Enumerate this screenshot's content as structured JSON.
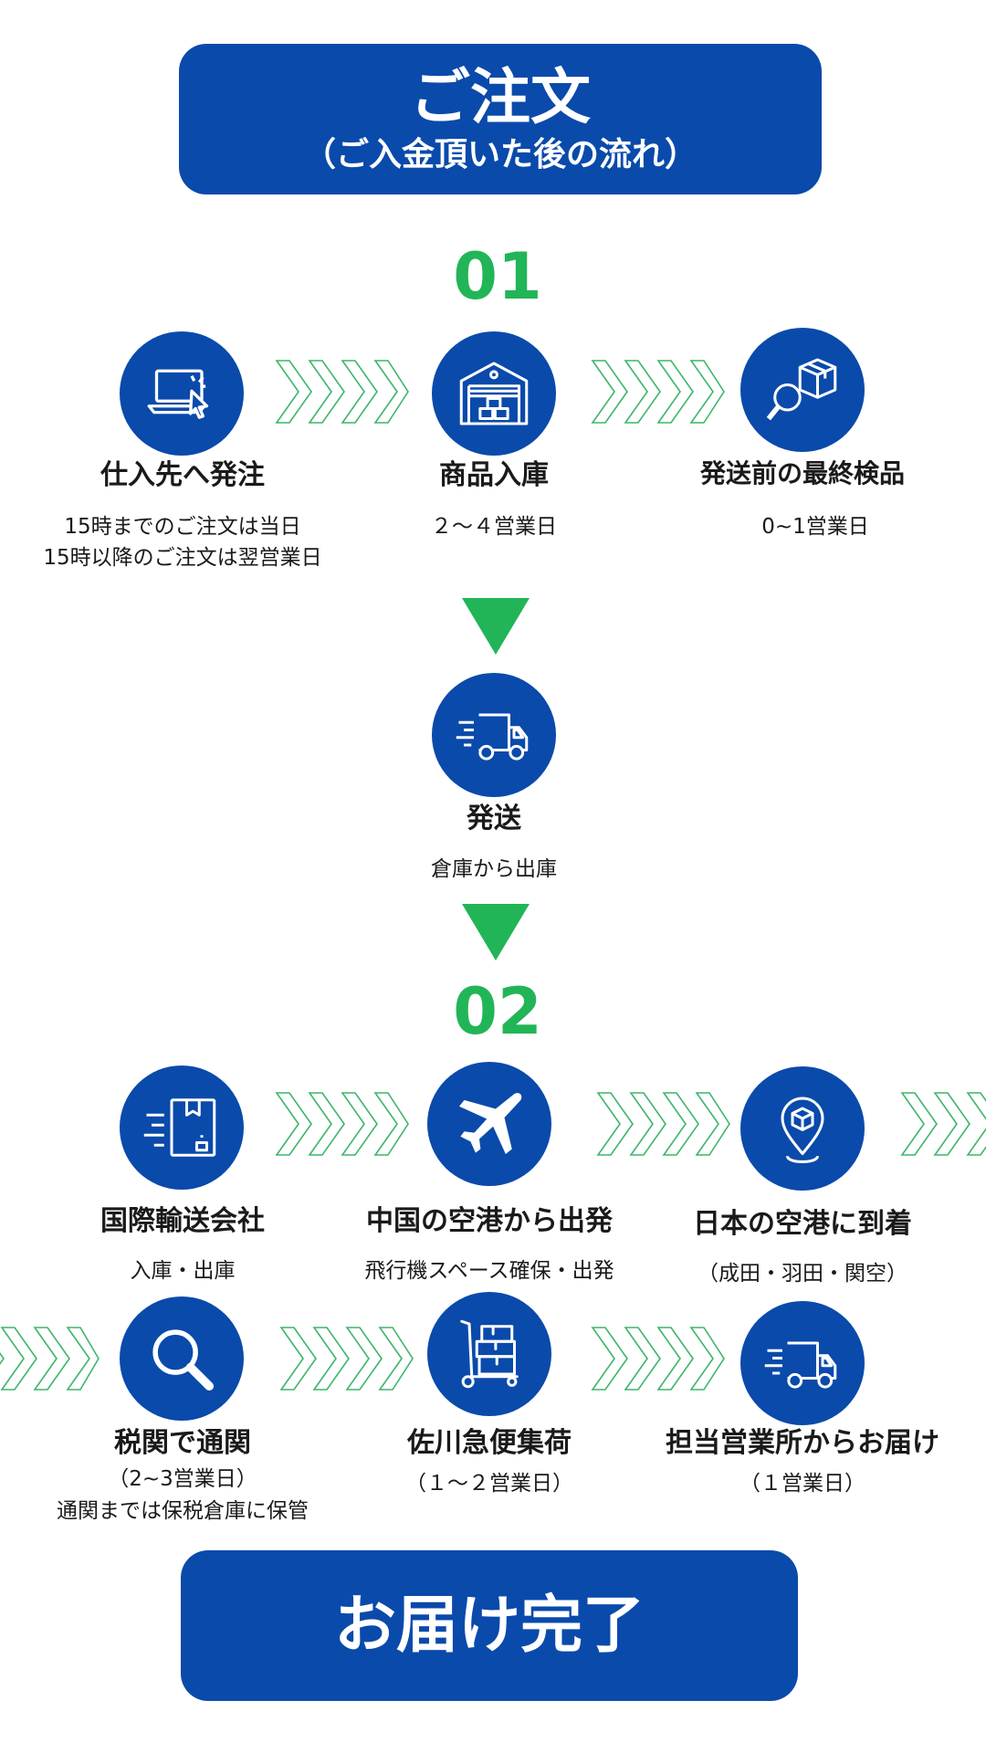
{
  "header": {
    "title": "ご注文",
    "subtitle": "（ご入金頂いた後の流れ）"
  },
  "section1": {
    "number": "01",
    "steps": [
      {
        "icon": "laptop-cursor-icon",
        "title": "仕入先へ発注",
        "desc_line1": "15時までのご注文は当日",
        "desc_line2": "15時以降のご注文は翌営業日"
      },
      {
        "icon": "warehouse-icon",
        "title": "商品入庫",
        "desc_line1": "２～４営業日"
      },
      {
        "icon": "box-inspection-icon",
        "title": "発送前の最終検品",
        "desc_line1": "0~1営業日"
      }
    ]
  },
  "shipping": {
    "icon": "delivery-truck-icon",
    "title": "発送",
    "desc": "倉庫から出庫"
  },
  "section2": {
    "number": "02",
    "steps": [
      {
        "icon": "fast-package-icon",
        "title": "国際輸送会社",
        "desc_line1": "入庫・出庫"
      },
      {
        "icon": "airplane-icon",
        "title": "中国の空港から出発",
        "desc_line1": "飛行機スペース確保・出発"
      },
      {
        "icon": "location-box-icon",
        "title": "日本の空港に到着",
        "desc_line1": "（成田・羽田・関空）"
      },
      {
        "icon": "magnifier-icon",
        "title": "税関で通関",
        "desc_line1": "（2~3営業日）",
        "desc_line2": "通関までは保税倉庫に保管"
      },
      {
        "icon": "hand-truck-icon",
        "title": "佐川急便集荷",
        "desc_line1": "（１～２営業日）"
      },
      {
        "icon": "delivery-truck-icon",
        "title": "担当営業所からお届け",
        "desc_line1": "（１営業日）"
      }
    ]
  },
  "footer": {
    "label": "お届け完了"
  },
  "colors": {
    "primary_blue": "#0a4aab",
    "accent_green": "#22b557",
    "chevron_green": "#3db56a"
  }
}
